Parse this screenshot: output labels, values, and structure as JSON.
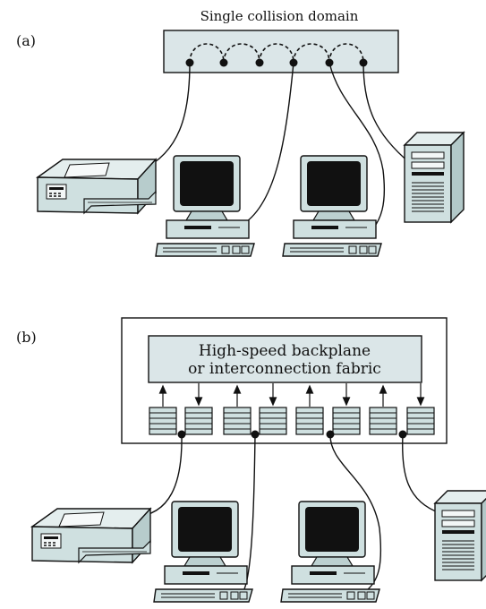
{
  "part_a": {
    "label": "(a)",
    "title": "Single collision domain"
  },
  "part_b": {
    "label": "(b)",
    "backplane_line1": "High-speed backplane",
    "backplane_line2": "or interconnection fabric"
  },
  "colors": {
    "device_fill": "#cfe0e0",
    "box_fill": "#dbe6e8",
    "line": "#111111",
    "screen": "#111111"
  },
  "icons": [
    "printer-icon",
    "computer-icon",
    "server-tower-icon",
    "hub-icon",
    "switch-port-icon"
  ]
}
